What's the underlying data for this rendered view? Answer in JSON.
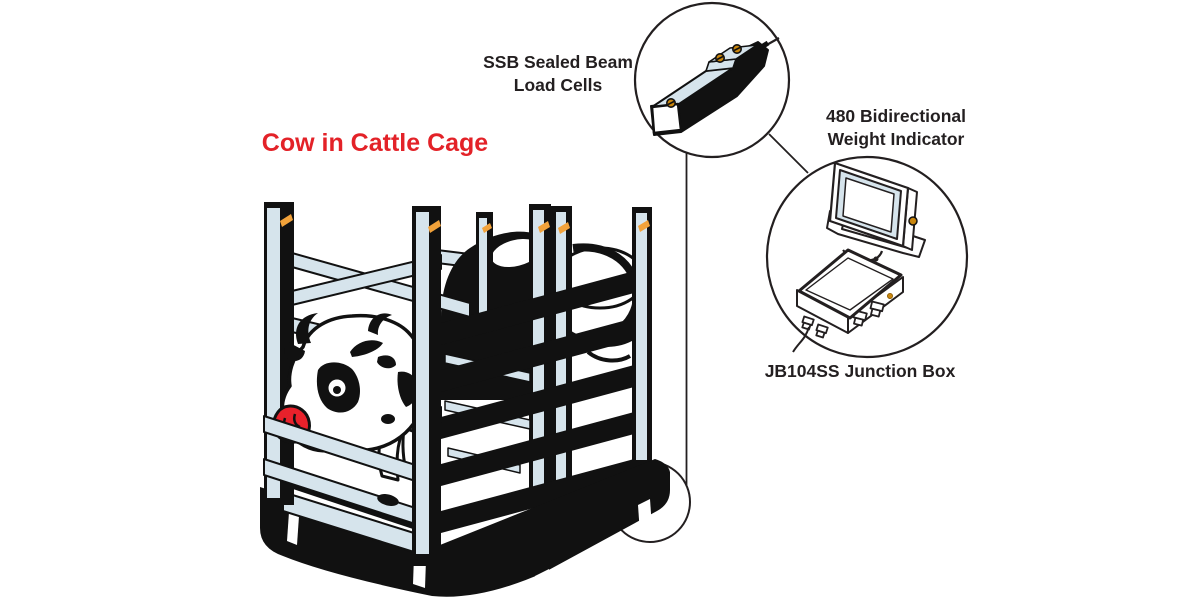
{
  "title": {
    "text": "Cow in Cattle Cage"
  },
  "callouts": {
    "load_cells": {
      "label_line1": "SSB Sealed Beam",
      "label_line2": "Load Cells"
    },
    "weight_indicator": {
      "label_line1": "480 Bidirectional",
      "label_line2": "Weight Indicator"
    },
    "junction_box": {
      "label": "JB104SS Junction Box"
    }
  },
  "colors": {
    "title_red": "#e32228",
    "nose_red": "#e8212b",
    "steel_blue": "#d6e4ec",
    "ink_black": "#111111",
    "accent_orange": "#f2a23a",
    "screw_gold": "#c9860e",
    "line_color": "#231f20",
    "background": "#ffffff"
  }
}
